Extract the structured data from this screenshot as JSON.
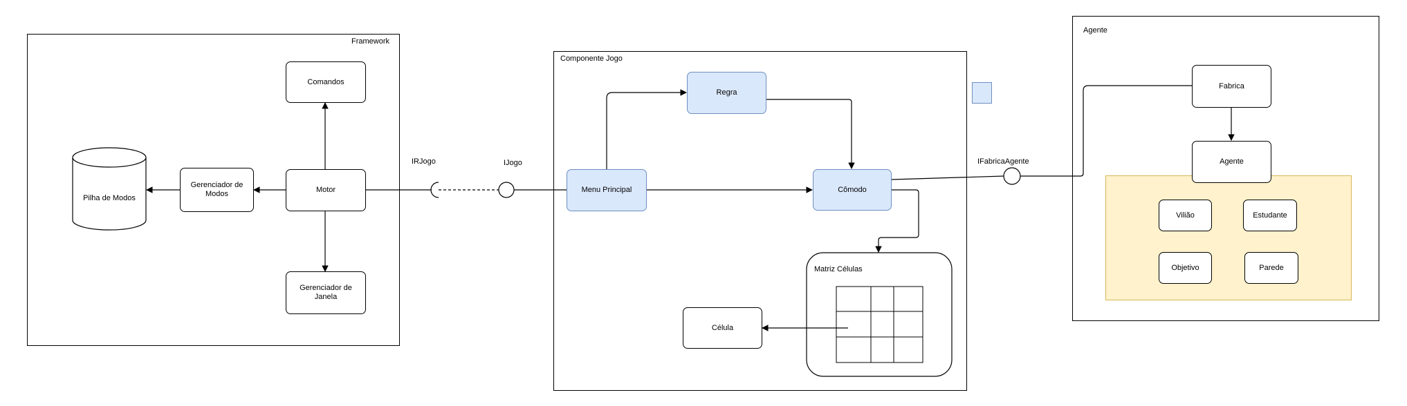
{
  "framework": {
    "title": "Framework",
    "comandos": "Comandos",
    "motor": "Motor",
    "gerenciador_modos": "Gerenciador de Modos",
    "gerenciador_janela": "Gerenciador de Janela",
    "pilha_modos": "Pilha de Modos"
  },
  "interfaces": {
    "irjogo": "IRJogo",
    "ijogo": "IJogo",
    "ifabrica_agente": "IFabricaAgente"
  },
  "componente_jogo": {
    "title": "Componente Jogo",
    "regra": "Regra",
    "menu_principal": "Menu Principal",
    "comodo": "Cômodo",
    "matriz_celulas": "Matriz Células",
    "celula": "Célula"
  },
  "agente_box": {
    "title": "Agente",
    "fabrica": "Fabrica",
    "agente": "Agente",
    "viliao": "Vilião",
    "estudante": "Estudante",
    "objetivo": "Objetivo",
    "parede": "Parede"
  },
  "colors": {
    "highlight_fill": "#dae8fc",
    "highlight_stroke": "#6c8ebf",
    "group_fill": "#fff2cc",
    "group_stroke": "#d6b656"
  }
}
